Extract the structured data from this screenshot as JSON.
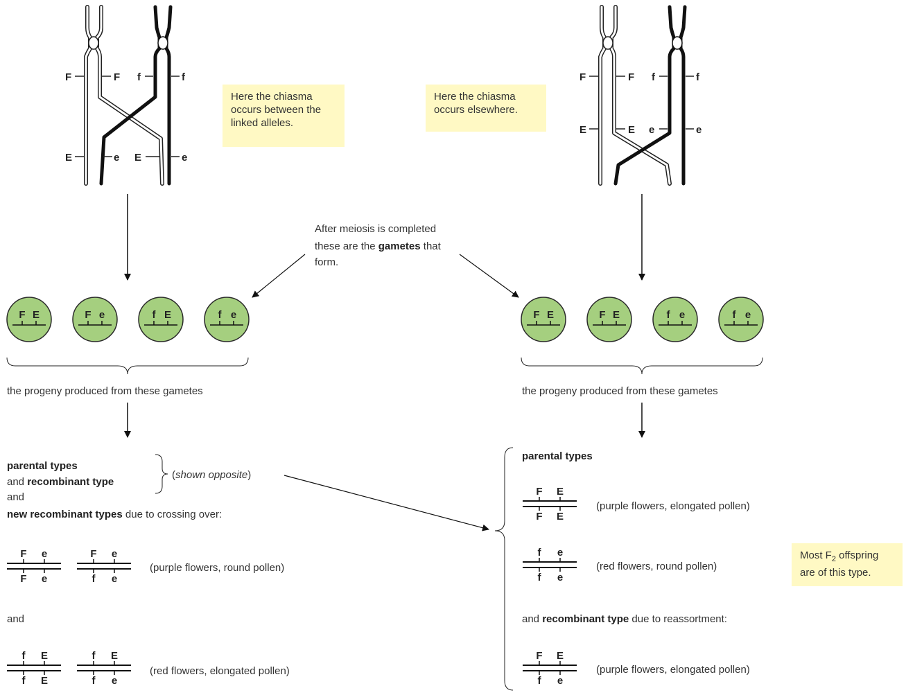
{
  "notes": {
    "left": "Here the chiasma occurs between the linked alleles.",
    "right": "Here the chiasma occurs elsewhere.",
    "f2": "Most F<sub>2</sub> offspring are of this type.",
    "f2_text": "Most F2 offspring are of this type."
  },
  "meiosis_note": {
    "line1": "After meiosis is completed",
    "line2_pre": "these are the ",
    "line2_bold": "gametes",
    "line2_post": " that",
    "line3": "form."
  },
  "chromosome_labels": {
    "F": "F",
    "f": "f",
    "E": "E",
    "e": "e"
  },
  "left_gametes": [
    {
      "a": "F",
      "b": "E"
    },
    {
      "a": "F",
      "b": "e"
    },
    {
      "a": "f",
      "b": "E"
    },
    {
      "a": "f",
      "b": "e"
    }
  ],
  "right_gametes": [
    {
      "a": "F",
      "b": "E"
    },
    {
      "a": "F",
      "b": "E"
    },
    {
      "a": "f",
      "b": "e"
    },
    {
      "a": "f",
      "b": "e"
    }
  ],
  "progeny_caption": "the progeny produced from these gametes",
  "left_text": {
    "parental": "parental types",
    "and_word": "and ",
    "recombinant": "recombinant type",
    "shown_open": "(",
    "shown_italic": "shown opposite",
    "shown_close": ")",
    "and2": "and",
    "new_rec_bold": "new recombinant types",
    "new_rec_rest": " due to crossing over:",
    "purple_round": "(purple flowers, round pollen)",
    "and3": "and",
    "red_elongated": "(red flowers, elongated pollen)"
  },
  "left_genotypes_row1": [
    {
      "top": [
        "F",
        "e"
      ],
      "bot": [
        "F",
        "e"
      ]
    },
    {
      "top": [
        "F",
        "e"
      ],
      "bot": [
        "f",
        "e"
      ]
    }
  ],
  "left_genotypes_row2": [
    {
      "top": [
        "f",
        "E"
      ],
      "bot": [
        "f",
        "E"
      ]
    },
    {
      "top": [
        "f",
        "E"
      ],
      "bot": [
        "f",
        "e"
      ]
    }
  ],
  "right_text": {
    "parental": "parental types",
    "purple_elongated": "(purple flowers, elongated pollen)",
    "red_round": "(red flowers, round pollen)",
    "and_word": "and ",
    "recombinant": "recombinant type",
    "reassort": " due to reassortment:",
    "purple_elongated2": "(purple flowers, elongated pollen)"
  },
  "right_genotypes": [
    {
      "top": [
        "F",
        "E"
      ],
      "bot": [
        "F",
        "E"
      ]
    },
    {
      "top": [
        "f",
        "e"
      ],
      "bot": [
        "f",
        "e"
      ]
    },
    {
      "top": [
        "F",
        "E"
      ],
      "bot": [
        "f",
        "e"
      ]
    }
  ],
  "colors": {
    "gamete_fill": "#a5cf7f",
    "gamete_stroke": "#2a2a2a",
    "note_bg": "#fff9c4"
  }
}
